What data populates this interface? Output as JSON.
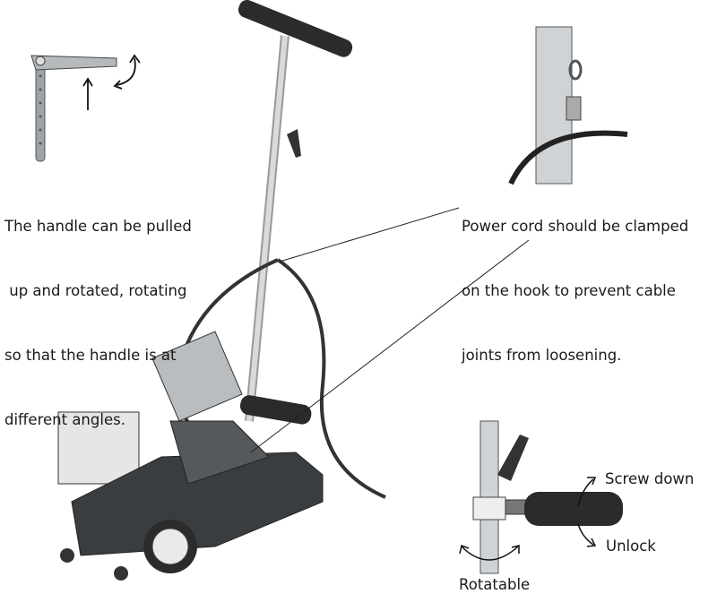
{
  "captions": {
    "handle_note": [
      "The handle can be pulled",
      " up and rotated, rotating",
      "so that the handle is at",
      "different angles."
    ],
    "cord_note": [
      "Power cord should be clamped",
      "on the hook to prevent cable",
      "joints from loosening."
    ]
  },
  "labels": {
    "screw_down": "Screw down",
    "unlock": "Unlock",
    "rotatable": "Rotatable"
  },
  "colors": {
    "metal": "#c9cdd0",
    "dark_body": "#3a3d40",
    "grip": "#2b2b2b"
  }
}
